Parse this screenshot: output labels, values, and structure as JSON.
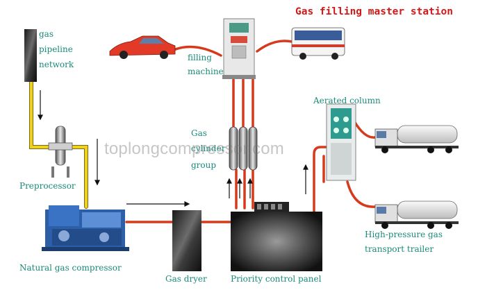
{
  "title": "Gas filling master station",
  "watermark": "toplongcompressor.com",
  "labels": {
    "pipeline_1": "gas",
    "pipeline_2": "pipeline",
    "pipeline_3": "network",
    "filling_1": "filling",
    "filling_2": "machine",
    "cylinder_1": "Gas",
    "cylinder_2": "cylinder",
    "cylinder_3": "group",
    "aerated_column": "Aerated column",
    "preprocessor": "Preprocessor",
    "compressor": "Natural gas compressor",
    "dryer": "Gas dryer",
    "panel": "Priority control panel",
    "trailer_1": "High-pressure gas",
    "trailer_2": "transport trailer"
  },
  "colors": {
    "title": "#d21818",
    "label": "#1a8a7a",
    "pipe_red": "#d63a1c",
    "pipe_yellow": "#f0d21e",
    "arrow": "#111111"
  }
}
